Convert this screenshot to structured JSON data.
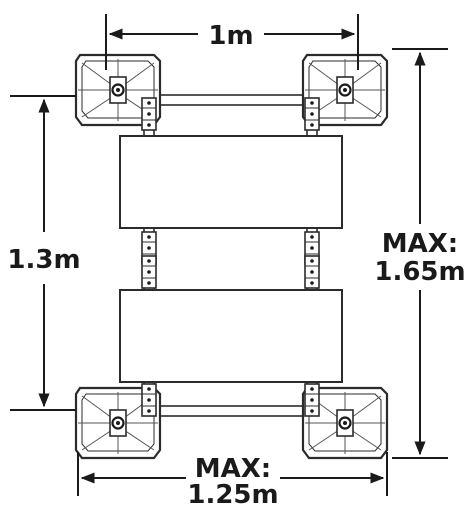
{
  "colors": {
    "ink": "#1a1a1a",
    "line": "#2b2b2b",
    "fill": "#ffffff",
    "detail": "#555555"
  },
  "dimensions": {
    "top_width": "1m",
    "left_height": "1.3m",
    "right_max_label": "MAX:",
    "right_max_value": "1.65m",
    "bottom_max_label": "MAX:",
    "bottom_max_value": "1.25m"
  }
}
